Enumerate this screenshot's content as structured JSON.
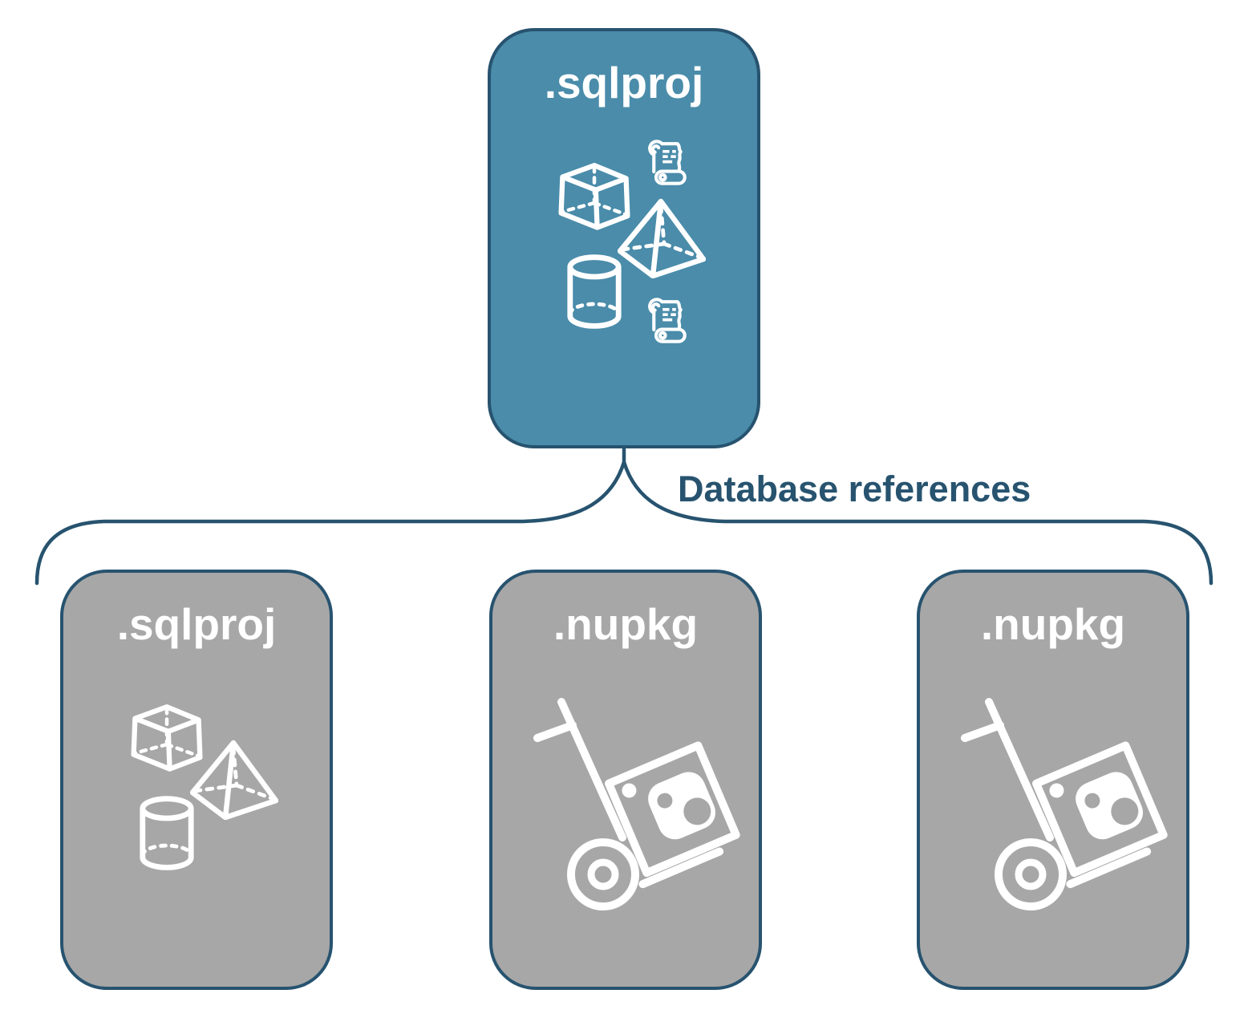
{
  "diagram": {
    "root_node": {
      "label": ".sqlproj",
      "fill_color": "#4A8CAA",
      "icons": [
        "script-scroll-icon",
        "cube-icon",
        "pyramid-icon",
        "cylinder-icon",
        "script-scroll-icon"
      ]
    },
    "connector": {
      "label": "Database references",
      "style": "curly-brace",
      "color": "#27536F"
    },
    "child_nodes": [
      {
        "label": ".sqlproj",
        "fill_color": "#A7A7A7",
        "icons": [
          "cube-icon",
          "pyramid-icon",
          "cylinder-icon"
        ]
      },
      {
        "label": ".nupkg",
        "fill_color": "#A7A7A7",
        "icons": [
          "package-dolly-icon"
        ]
      },
      {
        "label": ".nupkg",
        "fill_color": "#A7A7A7",
        "icons": [
          "package-dolly-icon"
        ]
      }
    ],
    "colors": {
      "node_border": "#27536F",
      "icon_stroke": "#FFFFFF",
      "label_text": "#FFFFFF",
      "background": "#FFFFFF"
    }
  }
}
